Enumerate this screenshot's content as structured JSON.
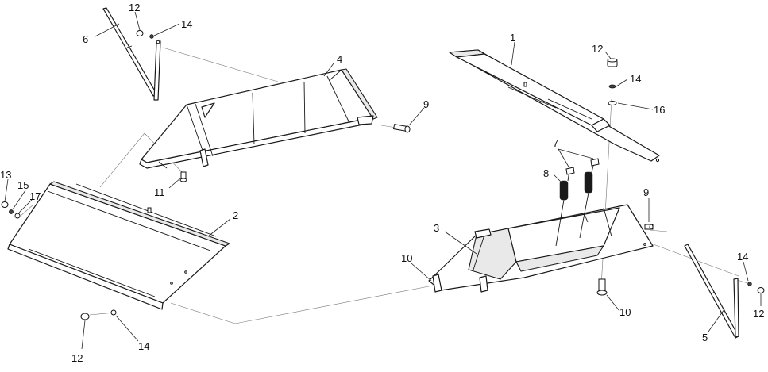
{
  "callouts": [
    {
      "id": "c6",
      "label": "6"
    },
    {
      "id": "c12a",
      "label": "12"
    },
    {
      "id": "c14a",
      "label": "14"
    },
    {
      "id": "c4",
      "label": "4"
    },
    {
      "id": "c9a",
      "label": "9"
    },
    {
      "id": "c11",
      "label": "11"
    },
    {
      "id": "c13",
      "label": "13"
    },
    {
      "id": "c15",
      "label": "15"
    },
    {
      "id": "c17",
      "label": "17"
    },
    {
      "id": "c2",
      "label": "2"
    },
    {
      "id": "c12b",
      "label": "12"
    },
    {
      "id": "c14b",
      "label": "14"
    },
    {
      "id": "c1",
      "label": "1"
    },
    {
      "id": "c12c",
      "label": "12"
    },
    {
      "id": "c14c",
      "label": "14"
    },
    {
      "id": "c16",
      "label": "16"
    },
    {
      "id": "c7",
      "label": "7"
    },
    {
      "id": "c8",
      "label": "8"
    },
    {
      "id": "c9b",
      "label": "9"
    },
    {
      "id": "c3",
      "label": "3"
    },
    {
      "id": "c10a",
      "label": "10"
    },
    {
      "id": "c10b",
      "label": "10"
    },
    {
      "id": "c14d",
      "label": "14"
    },
    {
      "id": "c12d",
      "label": "12"
    },
    {
      "id": "c5",
      "label": "5"
    }
  ]
}
